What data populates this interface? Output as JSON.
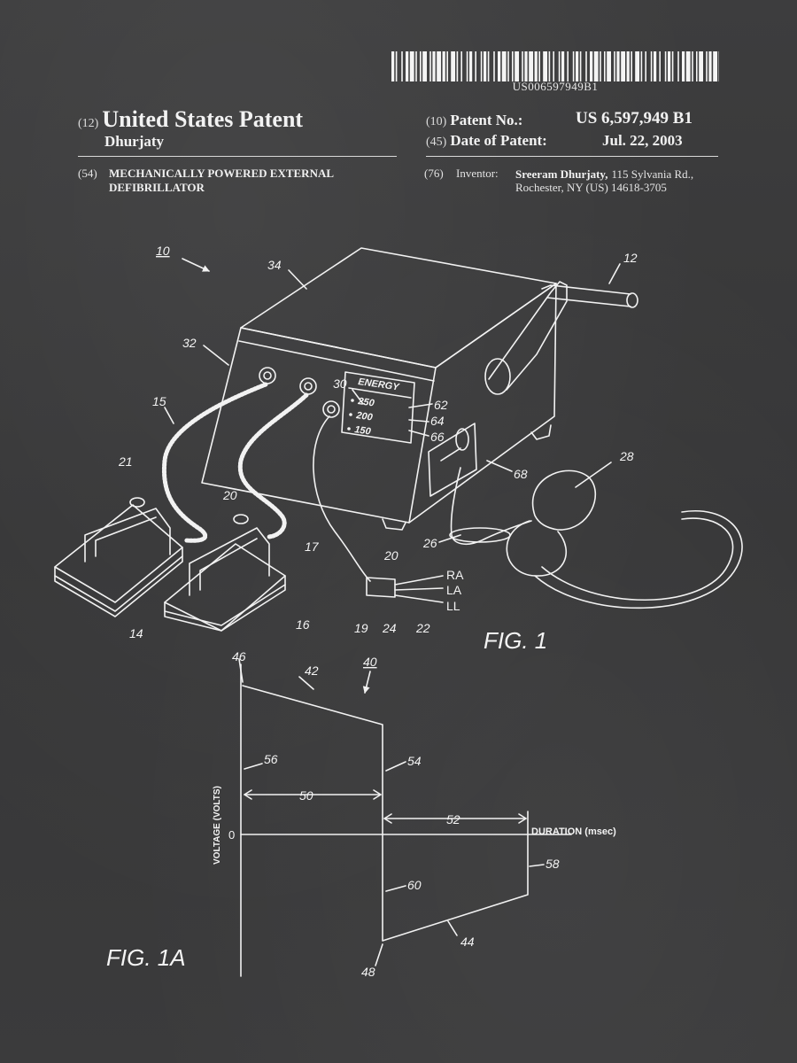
{
  "barcode_number": "US006597949B1",
  "header": {
    "kind_code": "(12)",
    "kind_label": "United States Patent",
    "inventor_surname": "Dhurjaty",
    "patent_no_code": "(10)",
    "patent_no_label": "Patent No.:",
    "patent_no_value": "US 6,597,949 B1",
    "date_code": "(45)",
    "date_label": "Date of Patent:",
    "date_value": "Jul. 22, 2003"
  },
  "biblio": {
    "title_code": "(54)",
    "title_line1": "MECHANICALLY POWERED EXTERNAL",
    "title_line2": "DEFIBRILLATOR",
    "inventor_code": "(76)",
    "inventor_label": "Inventor:",
    "inventor_name": "Sreeram Dhurjaty,",
    "inventor_addr1": "115 Sylvania Rd.,",
    "inventor_addr2": "Rochester, NY (US) 14618-3705"
  },
  "fig1": {
    "caption": "FIG. 1",
    "energy_title": "ENERGY",
    "energy_levels": [
      "250",
      "200",
      "150"
    ],
    "lead_labels": [
      "RA",
      "LA",
      "LL"
    ],
    "refs": {
      "r10": "10",
      "r12": "12",
      "r14": "14",
      "r15": "15",
      "r16": "16",
      "r17": "17",
      "r19": "19",
      "r20a": "20",
      "r20b": "20",
      "r21": "21",
      "r22": "22",
      "r24": "24",
      "r26": "26",
      "r28": "28",
      "r30": "30",
      "r32": "32",
      "r34": "34",
      "r62": "62",
      "r64": "64",
      "r66": "66",
      "r68": "68"
    }
  },
  "fig1a": {
    "caption": "FIG. 1A",
    "y_axis_label": "VOLTAGE (VOLTS)",
    "x_axis_label": "DURATION (msec)",
    "zero_label": "0",
    "refs": {
      "r40": "40",
      "r42": "42",
      "r44": "44",
      "r46": "46",
      "r48": "48",
      "r50": "50",
      "r52": "52",
      "r54": "54",
      "r56": "56",
      "r58": "58",
      "r60": "60"
    }
  }
}
